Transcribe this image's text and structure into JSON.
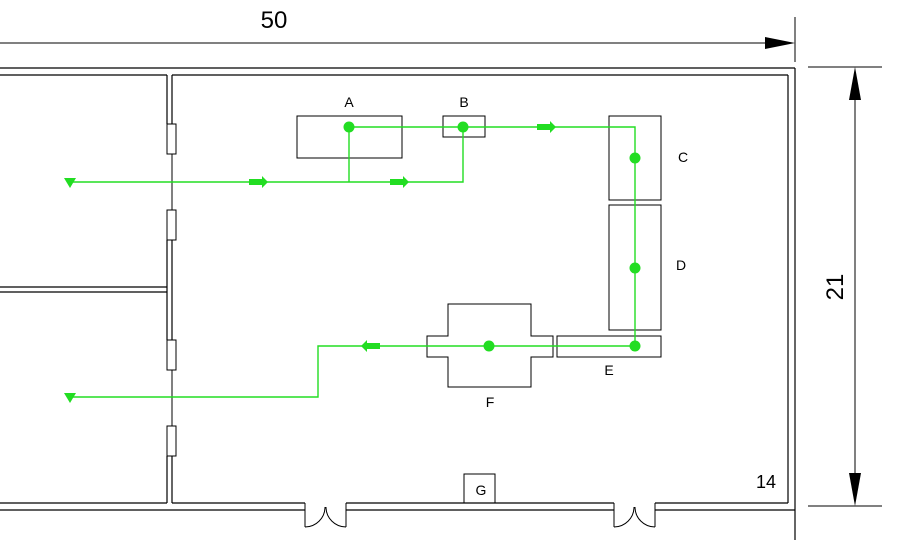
{
  "dimensions": {
    "width_label": "50",
    "height_label": "21"
  },
  "room_number": "14",
  "equipment": {
    "a": "A",
    "b": "B",
    "c": "C",
    "d": "D",
    "e": "E",
    "f": "F",
    "g": "G"
  },
  "colors": {
    "flow": "#22dd22",
    "lines": "#000000",
    "background": "#ffffff"
  }
}
